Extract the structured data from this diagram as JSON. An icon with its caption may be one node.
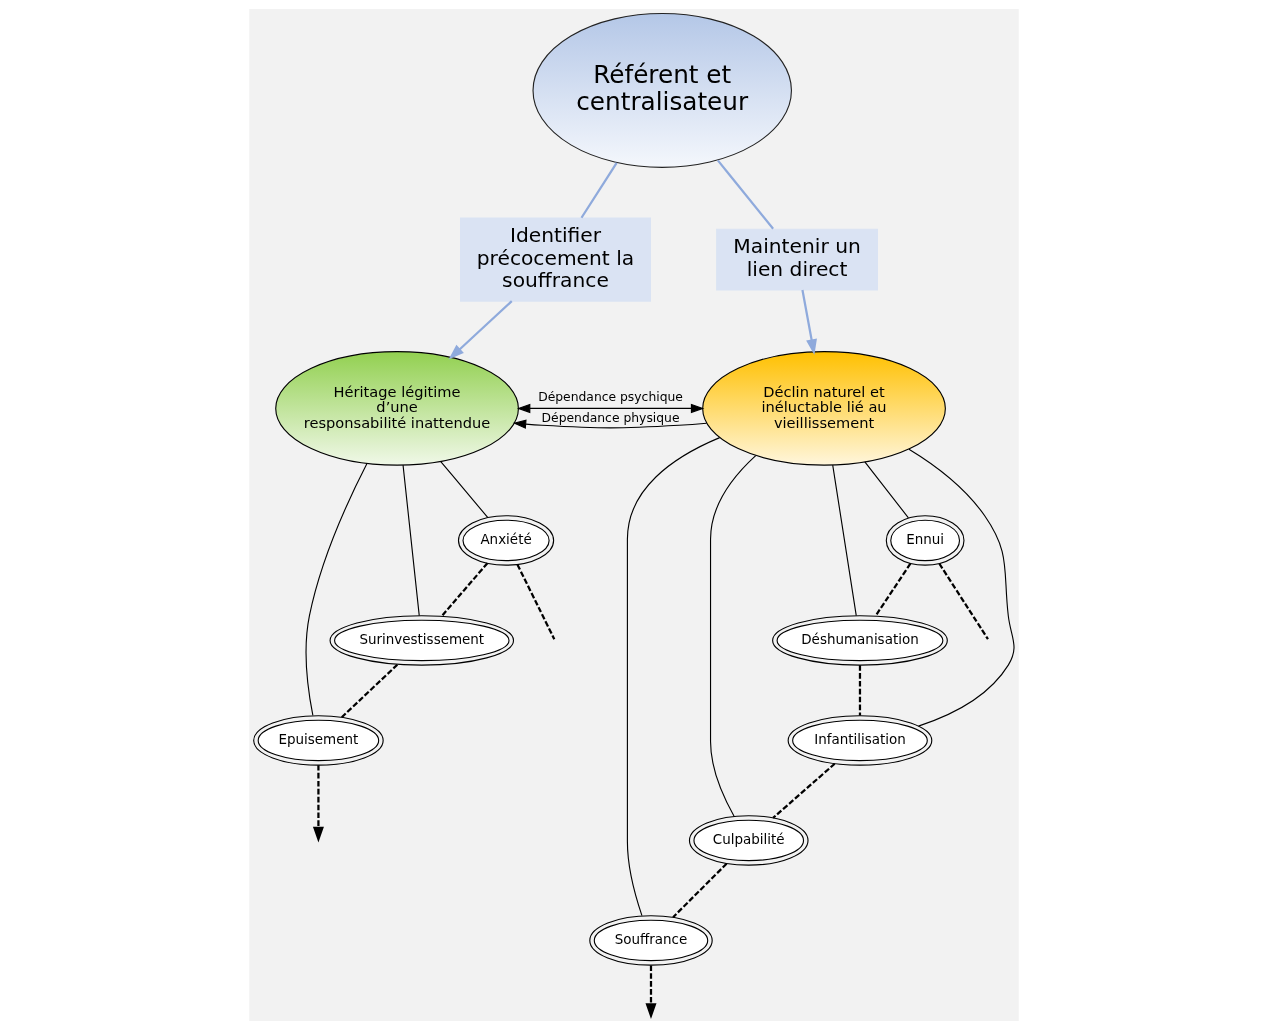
{
  "diagram": {
    "nodes": [
      {
        "text": [
          "Référent et centralisateur"
        ]
      },
      {
        "text": [
          "Identifier précocement la souffrance"
        ]
      },
      {
        "text": [
          "Maintenir un lien direct"
        ]
      },
      {
        "text": [
          "Héritage légitime d’une responsabilité inattendue"
        ]
      },
      {
        "text": [
          "Déclin naturel et inéluctable lié au vieillissement"
        ]
      },
      {
        "text": [
          "Surinvestissement"
        ]
      },
      {
        "text": [
          "Anxiété"
        ]
      },
      {
        "text": [
          "Epuisement"
        ]
      },
      {
        "text": [
          "Ennui"
        ]
      },
      {
        "text": [
          "Déshumanisation"
        ]
      },
      {
        "text": [
          "Infantilisation"
        ]
      },
      {
        "text": [
          "Culpabilité"
        ]
      },
      {
        "text": [
          "Souffrance"
        ]
      }
    ],
    "edges": [
      {
        "from": 0,
        "to": 1,
        "arrow": "none",
        "color": "#8faadc"
      },
      {
        "from": 1,
        "to": 3,
        "arrow": "to",
        "color": "#8faadc"
      },
      {
        "from": 0,
        "to": 2,
        "arrow": "none",
        "color": "#8faadc"
      },
      {
        "from": 2,
        "to": 4,
        "arrow": "to",
        "color": "#8faadc"
      },
      {
        "from": 3,
        "to": 4,
        "arrow": "both",
        "label": "Dépendance psychique"
      },
      {
        "from": 4,
        "to": 3,
        "arrow": "to",
        "label": "Dépendance physique"
      },
      {
        "from": 3,
        "to": 5,
        "arrow": "none"
      },
      {
        "from": 3,
        "to": 6,
        "arrow": "none"
      },
      {
        "from": 3,
        "to": 7,
        "arrow": "none"
      },
      {
        "from": 4,
        "to": 8,
        "arrow": "none"
      },
      {
        "from": 4,
        "to": 9,
        "arrow": "none"
      },
      {
        "from": 4,
        "to": 10,
        "arrow": "none"
      },
      {
        "from": 4,
        "to": 11,
        "arrow": "none"
      },
      {
        "from": 4,
        "to": 12,
        "arrow": "none"
      },
      {
        "from": 6,
        "to": 5,
        "arrow": "none",
        "style": "dashed"
      },
      {
        "from": 6,
        "to": null,
        "arrow": "none",
        "style": "dashed"
      },
      {
        "from": 5,
        "to": 7,
        "arrow": "none",
        "style": "dashed"
      },
      {
        "from": 7,
        "to": null,
        "arrow": "to",
        "style": "dashed"
      },
      {
        "from": 8,
        "to": null,
        "arrow": "none",
        "style": "dashed"
      },
      {
        "from": 8,
        "to": 9,
        "arrow": "none",
        "style": "dashed"
      },
      {
        "from": 9,
        "to": 10,
        "arrow": "none",
        "style": "dashed"
      },
      {
        "from": 10,
        "to": 11,
        "arrow": "none",
        "style": "dashed"
      },
      {
        "from": 11,
        "to": 12,
        "arrow": "none",
        "style": "dashed"
      },
      {
        "from": 12,
        "to": null,
        "arrow": "to",
        "style": "dashed"
      }
    ]
  }
}
